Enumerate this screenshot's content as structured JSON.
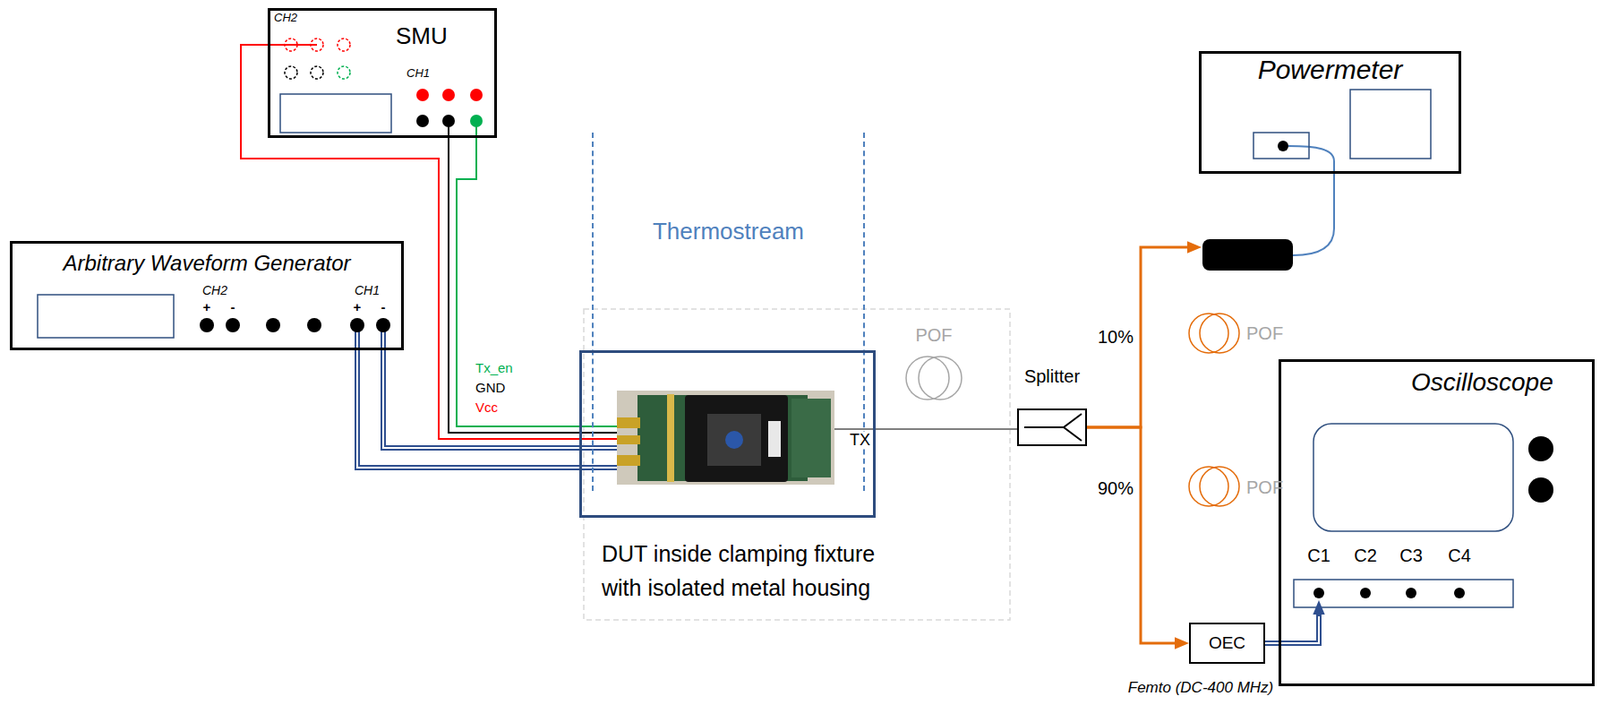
{
  "diagram": {
    "nodes": [
      {
        "text": [
          "SMU"
        ]
      },
      {
        "text": [
          "Arbitrary Waveform Generator"
        ]
      },
      {
        "text": [
          "Thermostream"
        ]
      },
      {
        "text": [
          "DUT inside clamping fixture with isolated metal housing"
        ]
      },
      {
        "text": [
          "Splitter"
        ]
      },
      {
        "text": [
          "Powermeter"
        ]
      },
      {
        "text": [
          "Oscilloscope"
        ]
      },
      {
        "text": [
          "OEC"
        ]
      }
    ],
    "edges": [
      {
        "from": 0,
        "to": 3,
        "arrow": "none"
      },
      {
        "from": 0,
        "to": 3,
        "arrow": "none"
      },
      {
        "from": 0,
        "to": 3,
        "arrow": "none"
      },
      {
        "from": 1,
        "to": 3,
        "arrow": "none"
      },
      {
        "from": 1,
        "to": 3,
        "arrow": "none"
      },
      {
        "from": 3,
        "to": 4,
        "arrow": "none"
      },
      {
        "from": 4,
        "to": 5,
        "arrow": "to"
      },
      {
        "from": 4,
        "to": 7,
        "arrow": "to"
      },
      {
        "from": 7,
        "to": 6,
        "arrow": "to"
      }
    ],
    "labels": [
      "CH2",
      "CH1",
      "CH2",
      "+",
      "-",
      "CH1",
      "+",
      "-",
      "Tx_en",
      "GND",
      "Vcc",
      "TX",
      "POF",
      "10%",
      "POF",
      "90%",
      "POF",
      "C1",
      "C2",
      "C3",
      "C4",
      "Femto (DC-400 MHz)"
    ]
  }
}
